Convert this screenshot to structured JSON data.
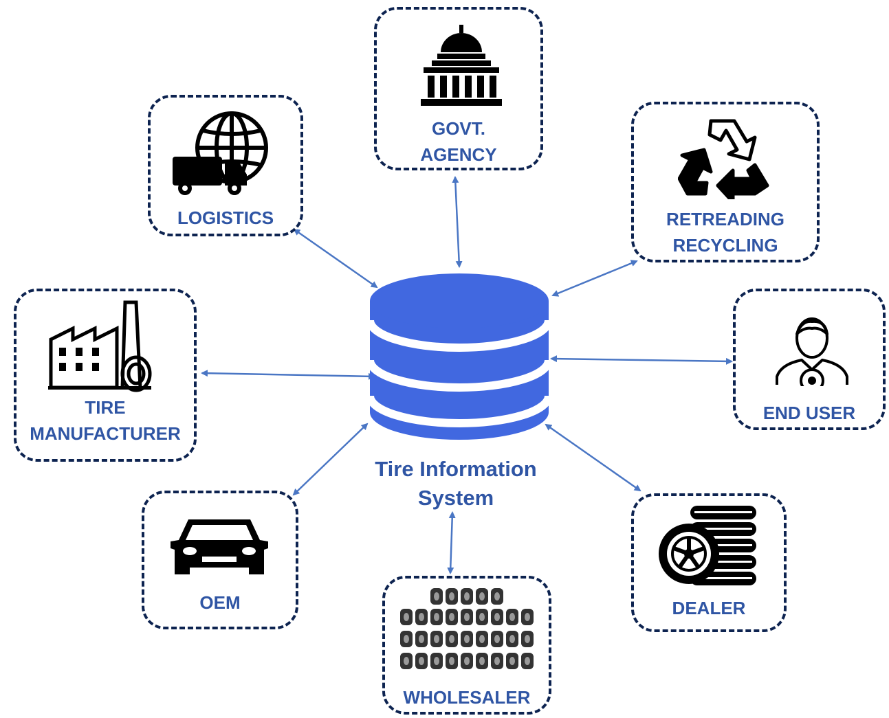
{
  "center": {
    "label_line1": "Tire Information",
    "label_line2": "System"
  },
  "nodes": {
    "govt_agency": {
      "label": "GOVT.\nAGENCY",
      "icon": "government-building-icon"
    },
    "logistics": {
      "label": "LOGISTICS",
      "icon": "globe-truck-icon"
    },
    "retreading_recycling": {
      "label": "RETREADING\nRECYCLING",
      "icon": "recycle-icon"
    },
    "tire_manufacturer": {
      "label": "TIRE\nMANUFACTURER",
      "icon": "factory-icon"
    },
    "end_user": {
      "label": "END USER",
      "icon": "driver-icon"
    },
    "oem": {
      "label": "OEM",
      "icon": "car-icon"
    },
    "dealer": {
      "label": "DEALER",
      "icon": "tire-stack-icon"
    },
    "wholesaler": {
      "label": "WHOLESALER",
      "icon": "tire-catalog-icon"
    }
  },
  "colors": {
    "database": "#4168e0",
    "arrow": "#4a76c4",
    "label": "#2f55a4",
    "box_border": "#0d2350"
  }
}
